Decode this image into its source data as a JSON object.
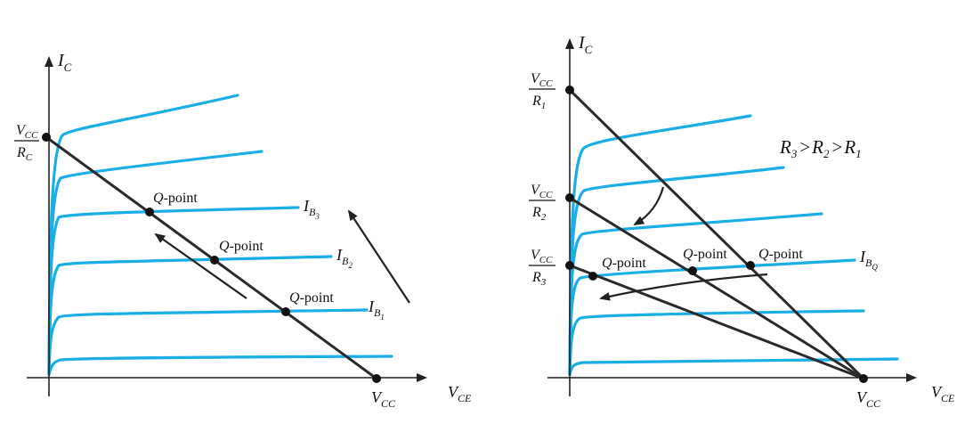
{
  "chart_data": [
    {
      "type": "line",
      "title": "",
      "xlabel": "V_CE",
      "ylabel": "I_C",
      "x_tick_labels": [
        "V_CC"
      ],
      "y_tick_labels": [
        "V_CC / R_C"
      ],
      "series": [
        {
          "name": "",
          "kind": "characteristic",
          "saturation_end_x": 0.055,
          "x_end": 0.52,
          "y_start": 0.74,
          "y_end": 0.89
        },
        {
          "name": "",
          "kind": "characteristic",
          "saturation_end_x": 0.055,
          "x_end": 0.6,
          "y_start": 0.6,
          "y_end": 0.71
        },
        {
          "name": "I_B3",
          "kind": "characteristic",
          "saturation_end_x": 0.055,
          "x_end": 0.75,
          "y_start": 0.5,
          "y_end": 0.52
        },
        {
          "name": "I_B2",
          "kind": "characteristic",
          "saturation_end_x": 0.055,
          "x_end": 0.86,
          "y_start": 0.35,
          "y_end": 0.37
        },
        {
          "name": "I_B1",
          "kind": "characteristic",
          "saturation_end_x": 0.055,
          "x_end": 1.0,
          "y_start": 0.19,
          "y_end": 0.2
        },
        {
          "name": "",
          "kind": "characteristic",
          "saturation_end_x": 0.055,
          "x_end": 1.05,
          "y_start": 0.06,
          "y_end": 0.06
        },
        {
          "name": "",
          "kind": "load_line",
          "x": [
            0,
            1.0
          ],
          "y": [
            0.74,
            0
          ]
        }
      ],
      "annotations": [
        {
          "text": "Q-point",
          "x": 0.31,
          "y": 0.51
        },
        {
          "text": "Q-point",
          "x": 0.51,
          "y": 0.36
        },
        {
          "text": "Q-point",
          "x": 0.72,
          "y": 0.2
        }
      ],
      "xlim": [
        0,
        1.2
      ],
      "ylim": [
        0,
        1.05
      ]
    },
    {
      "type": "line",
      "title": "",
      "xlabel": "V_CE",
      "ylabel": "I_C",
      "x_tick_labels": [
        "V_CC"
      ],
      "y_tick_labels": [
        "V_CC / R_1",
        "V_CC / R_2",
        "V_CC / R_3"
      ],
      "annotation_text": "R_3 > R_2 > R_1",
      "series": [
        {
          "name": "",
          "kind": "characteristic",
          "saturation_end_x": 0.06,
          "x_end": 0.6,
          "y_start": 0.7,
          "y_end": 0.81
        },
        {
          "name": "",
          "kind": "characteristic",
          "saturation_end_x": 0.06,
          "x_end": 0.7,
          "y_start": 0.58,
          "y_end": 0.66
        },
        {
          "name": "",
          "kind": "characteristic",
          "saturation_end_x": 0.06,
          "x_end": 0.84,
          "y_start": 0.45,
          "y_end": 0.5
        },
        {
          "name": "I_BQ",
          "kind": "characteristic",
          "saturation_end_x": 0.06,
          "x_end": 0.95,
          "y_start": 0.3,
          "y_end": 0.36
        },
        {
          "name": "",
          "kind": "characteristic",
          "saturation_end_x": 0.06,
          "x_end": 1.01,
          "y_start": 0.19,
          "y_end": 0.2
        },
        {
          "name": "",
          "kind": "characteristic",
          "saturation_end_x": 0.06,
          "x_end": 1.1,
          "y_start": 0.04,
          "y_end": 0.06
        },
        {
          "name": "",
          "kind": "load_line",
          "x": [
            0,
            1.0
          ],
          "y": [
            0.93,
            0
          ]
        },
        {
          "name": "",
          "kind": "load_line",
          "x": [
            0,
            1.0
          ],
          "y": [
            0.59,
            0
          ]
        },
        {
          "name": "",
          "kind": "load_line",
          "x": [
            0,
            1.0
          ],
          "y": [
            0.36,
            0
          ]
        }
      ],
      "annotations": [
        {
          "text": "Q-point",
          "x": 0.12,
          "y": 0.32
        },
        {
          "text": "Q-point",
          "x": 0.41,
          "y": 0.35
        },
        {
          "text": "Q-point",
          "x": 0.62,
          "y": 0.35
        }
      ],
      "xlim": [
        0,
        1.2
      ],
      "ylim": [
        0,
        1.05
      ]
    }
  ],
  "labels": {
    "q_point": "Q-point",
    "ic": "I",
    "ic_sub": "C",
    "vce": "V",
    "vce_sub": "CE",
    "vcc": "V",
    "vcc_sub": "CC",
    "rc": "R",
    "rc_sub": "C",
    "r1": "R",
    "r1_sub": "1",
    "r2": "R",
    "r2_sub": "2",
    "r3": "R",
    "r3_sub": "3",
    "ib": "I",
    "ib_sub": "B",
    "ib1_sub": "1",
    "ib2_sub": "2",
    "ib3_sub": "3",
    "ibq_sub": "Q",
    "gt": ">"
  }
}
